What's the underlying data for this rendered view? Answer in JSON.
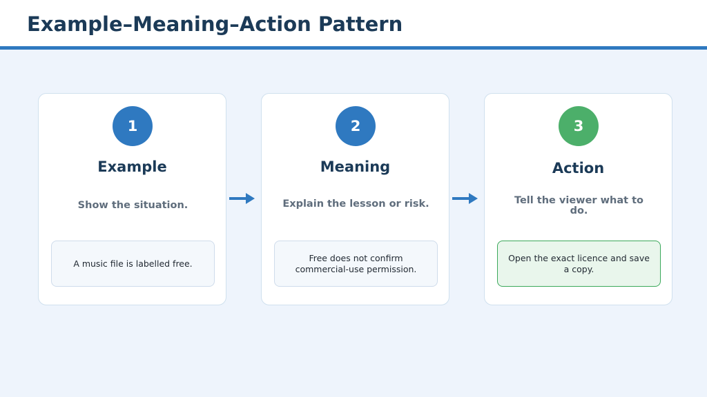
{
  "title": "Example–Meaning–Action Pattern",
  "colors": {
    "accent_blue": "#2f79c0",
    "accent_green": "#4caf6a",
    "heading": "#1b3a57",
    "background": "#eef4fc"
  },
  "steps": [
    {
      "number": "1",
      "title": "Example",
      "subtitle": "Show the situation.",
      "note": "A music file is labelled free."
    },
    {
      "number": "2",
      "title": "Meaning",
      "subtitle": "Explain the lesson or risk.",
      "note": "Free does not confirm commercial-use permission."
    },
    {
      "number": "3",
      "title": "Action",
      "subtitle": "Tell the viewer what to do.",
      "note": "Open the exact licence and save a copy."
    }
  ]
}
